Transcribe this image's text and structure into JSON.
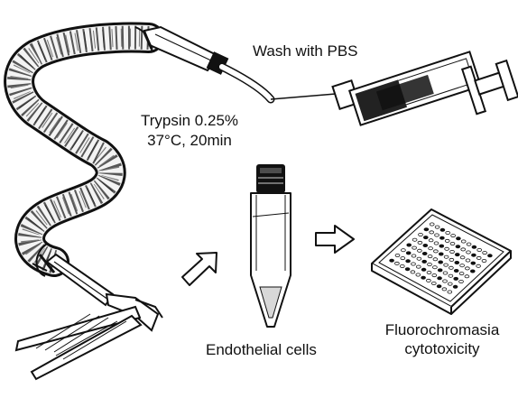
{
  "labels": {
    "wash": "Wash with PBS",
    "trypsin_line1": "Trypsin 0.25%",
    "trypsin_line2": "37°C, 20min",
    "endothelial": "Endothelial cells",
    "fluoro_line1": "Fluorochromasia",
    "fluoro_line2": "cytotoxicity"
  },
  "icons": {
    "vessel": "umbilical-cord-vessel",
    "cannula_top": "cannula",
    "cannula_bottom": "cannula",
    "clamp": "forceps-clamp",
    "syringe": "syringe",
    "tube": "centrifuge-tube",
    "plate": "microtiter-plate",
    "arrow_up": "hollow-arrow-up-right",
    "arrow_right": "hollow-arrow-right"
  },
  "colors": {
    "ink": "#111111",
    "paper": "#ffffff"
  }
}
